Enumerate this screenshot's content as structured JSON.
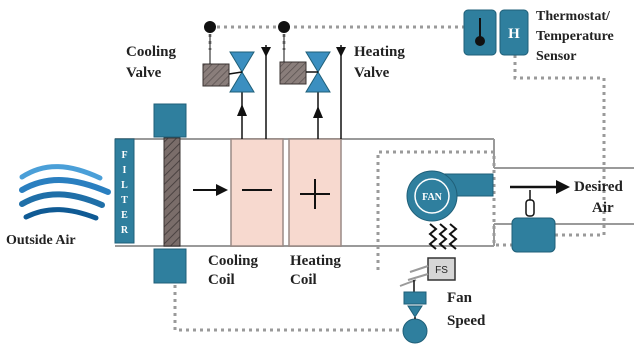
{
  "labels": {
    "cooling_valve": [
      "Cooling",
      "Valve"
    ],
    "heating_valve": [
      "Heating",
      "Valve"
    ],
    "thermostat": [
      "Thermostat/",
      "Temperature",
      "Sensor"
    ],
    "thermostat_badge": "H",
    "outside_air": "Outside Air",
    "filter_letters": [
      "F",
      "I",
      "L",
      "T",
      "E",
      "R"
    ],
    "cooling_coil": [
      "Cooling",
      "Coil"
    ],
    "heating_coil": [
      "Heating",
      "Coil"
    ],
    "coil_cool_symbol": "—",
    "coil_heat_symbol": "+",
    "fan": "FAN",
    "fan_speed_box": "FS",
    "fan_speed": [
      "Fan",
      "Speed"
    ],
    "desired_air": [
      "Desired",
      "Air"
    ]
  },
  "colors": {
    "duct": "#9a9a9a",
    "blue": "#2f7f9e",
    "blue_dark": "#1f5f78",
    "valve_blue": "#3b8fc0",
    "coil_fill": "#f7d9cf",
    "damper": "#6f6461",
    "actuator": "#7d706d",
    "signal": "#9a9a9a",
    "wave": "#1f6fa8"
  }
}
